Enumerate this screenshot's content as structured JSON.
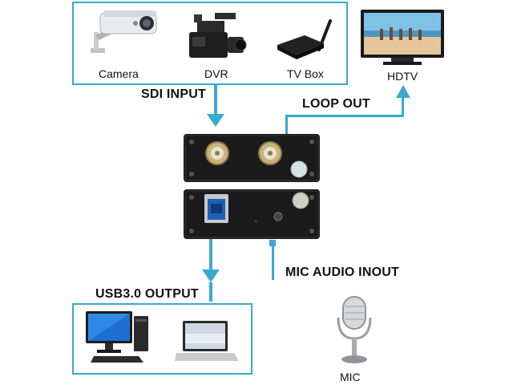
{
  "sources": {
    "camera_label": "Camera",
    "dvr_label": "DVR",
    "tvbox_label": "TV Box"
  },
  "display": {
    "label": "HDTV"
  },
  "connections": {
    "sdi_input": "SDI INPUT",
    "loop_out": "LOOP OUT",
    "usb_output": "USB3.0 OUTPUT",
    "mic_audio": "MIC AUDIO INOUT"
  },
  "mic": {
    "label": "MIC"
  },
  "colors": {
    "accent": "#39a9cf",
    "device_body": "#1b1b1b"
  }
}
